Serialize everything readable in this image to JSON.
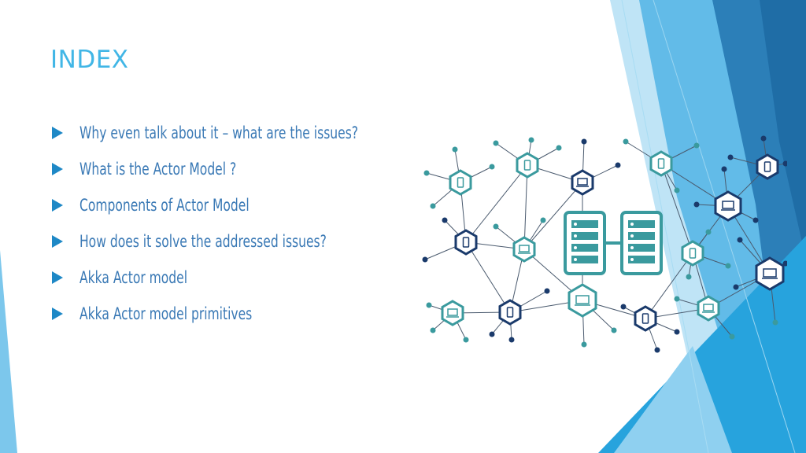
{
  "slide": {
    "title": "INDEX",
    "bullets": [
      "Why even talk about it – what are the issues?",
      "What is the Actor Model ?",
      "Components of Actor Model",
      "How does it solve the addressed issues?",
      "Akka Actor model",
      "Akka Actor model primitives"
    ]
  },
  "colors": {
    "title": "#41b6e6",
    "bullet_text": "#3a79b5",
    "bullet_arrow": "#1e88c6",
    "network_teal": "#3a9a9e",
    "network_navy": "#1a3a6b",
    "accent_blue": "#1b6fa8"
  },
  "icons": [
    "server-icon",
    "laptop-icon",
    "phone-icon",
    "network-node-icon"
  ]
}
